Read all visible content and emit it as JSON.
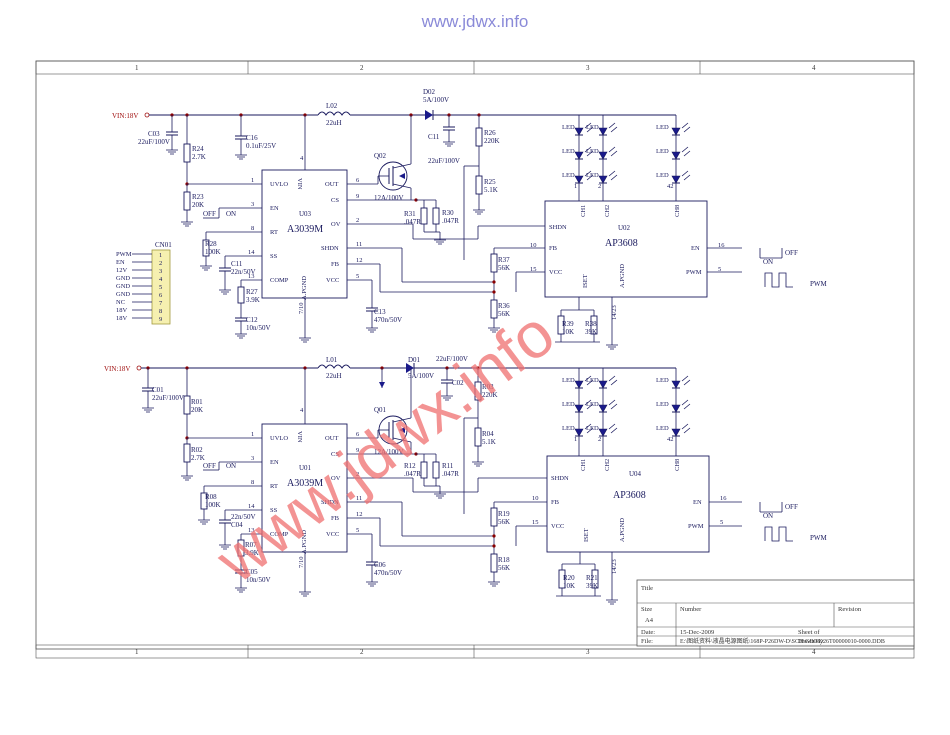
{
  "header": {
    "site": "www.jdwx.info"
  },
  "watermark": "www.jdwx.info",
  "frame": {
    "zones": [
      "1",
      "2",
      "3",
      "4"
    ]
  },
  "upper": {
    "vin": "VIN:18V",
    "c03": [
      "C03",
      "22uF/100V"
    ],
    "r24": [
      "R24",
      "2.7K"
    ],
    "c16": [
      "C16",
      "0.1uF/25V"
    ],
    "r23": [
      "R23",
      "20K"
    ],
    "off": "OFF",
    "on": "ON",
    "r28": [
      "R28",
      "100K"
    ],
    "c11": [
      "C11",
      "22n/50V"
    ],
    "r27": [
      "R27",
      "3.9K"
    ],
    "c12": [
      "C12",
      "10n/50V"
    ],
    "l": [
      "L02",
      "22uH"
    ],
    "d": [
      "D02",
      "5A/100V"
    ],
    "c_out": [
      "C11",
      "22uF/100V"
    ],
    "q": [
      "Q02",
      "12A/100V"
    ],
    "r31": [
      "R31",
      ".047R"
    ],
    "r30": [
      "R30",
      ".047R"
    ],
    "r26": [
      "R26",
      "220K"
    ],
    "r25": [
      "R25",
      "5.1K"
    ],
    "r37": [
      "R37",
      "56K"
    ],
    "r36": [
      "R36",
      "56K"
    ],
    "c13": [
      "C13",
      "470n/50V"
    ],
    "r39": [
      "R39",
      "10K"
    ],
    "r38": [
      "R38",
      "39K"
    ],
    "ic1": {
      "name": "A3039M",
      "ref": "U03",
      "gnd": "A.PGND",
      "gndpins": "7/10",
      "vin": "VIN",
      "vinpin": "4",
      "left": [
        [
          "1",
          "UVLO"
        ],
        [
          "3",
          "EN"
        ],
        [
          "8",
          "RT"
        ],
        [
          "14",
          "SS"
        ],
        [
          "13",
          "COMP"
        ]
      ],
      "right": [
        [
          "6",
          "OUT"
        ],
        [
          "9",
          "CS"
        ],
        [
          "2",
          "OV"
        ],
        [
          "11",
          "SHDN"
        ],
        [
          "12",
          "FB"
        ],
        [
          "5",
          "VCC"
        ]
      ]
    },
    "ic2": {
      "name": "AP3608",
      "ref": "U02",
      "left": [
        [
          "SHDN",
          ""
        ],
        [
          "FB",
          "10"
        ],
        [
          "VCC",
          "15"
        ]
      ],
      "top": [
        "CH1",
        "CH2",
        "CH8"
      ],
      "iset": "ISET",
      "gnd": "A.PGND",
      "gndpins": "14/23",
      "right": [
        [
          "EN",
          "16"
        ],
        [
          "PWM",
          "5"
        ]
      ]
    },
    "pwm": "PWM",
    "leds": [
      "LED",
      "LED",
      "LED",
      "LED",
      "LED",
      "LED",
      "LED",
      "LED",
      "LED"
    ],
    "ledpins": [
      "1",
      "2",
      "42"
    ]
  },
  "connector": {
    "ref": "CN01",
    "labels": [
      "PWM",
      "EN",
      "12V",
      "GND",
      "GND",
      "GND",
      "NC",
      "18V",
      "18V"
    ],
    "pins": [
      "1",
      "2",
      "3",
      "4",
      "5",
      "6",
      "7",
      "8",
      "9"
    ]
  },
  "lower": {
    "vin": "VIN:18V",
    "c01": [
      "C01",
      "22uF/100V"
    ],
    "r01": [
      "R01",
      "20K"
    ],
    "r02": [
      "R02",
      "2.7K"
    ],
    "off": "OFF",
    "on": "ON",
    "r08": [
      "R08",
      "100K"
    ],
    "c04": [
      "22n/50V",
      "C04"
    ],
    "r07": [
      "R07",
      "3.9K"
    ],
    "c05": [
      "C05",
      "10n/50V"
    ],
    "l": [
      "L01",
      "22uH"
    ],
    "d": [
      "D01",
      "5A/100V"
    ],
    "c_out": [
      "C02",
      "22uF/100V"
    ],
    "q": [
      "Q01",
      "12A/100V"
    ],
    "r12": [
      "R12",
      ".047R"
    ],
    "r11": [
      "R11",
      ".047R"
    ],
    "r03": [
      "R03",
      "220K"
    ],
    "r04": [
      "R04",
      "5.1K"
    ],
    "r19": [
      "R19",
      "56K"
    ],
    "r18": [
      "R18",
      "56K"
    ],
    "c06": [
      "C06",
      "470n/50V"
    ],
    "r20": [
      "R20",
      "10K"
    ],
    "r21": [
      "R21",
      "39K"
    ],
    "ic1": {
      "name": "A3039M",
      "ref": "U01"
    },
    "ic2": {
      "name": "AP3608",
      "ref": "U04"
    }
  },
  "titleblock": {
    "title": "Title",
    "size_label": "Size",
    "size": "A4",
    "number_label": "Number",
    "revision_label": "Revision",
    "date_label": "Date:",
    "date": "15-Dec-2009",
    "sheet_label": "Sheet    of",
    "drawn_label": "Drawn By:",
    "file_label": "File:",
    "file": "E:\\图纸资料\\液晶电源图纸\\168P-P26DW-D\\SCH\\GD0-D26T00000010-0000.DDB"
  }
}
